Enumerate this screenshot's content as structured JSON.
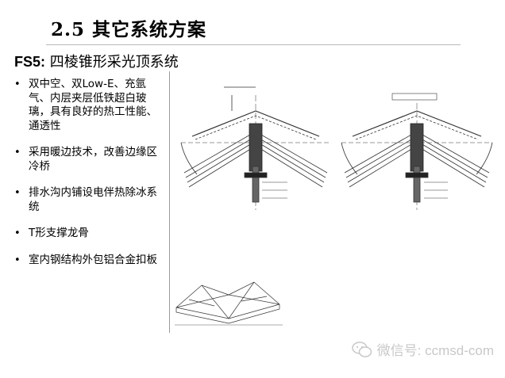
{
  "slide": {
    "title": "2.5 其它系统方案",
    "subtitle_code": "FS5:",
    "subtitle_text": " 四棱锥形采光顶系统"
  },
  "bullets": [
    "双中空、双Low-E、充氩气、内层夹层低铁超白玻璃，具有良好的热工性能、通透性",
    "采用暖边技术，改善边缘区冷桥",
    "排水沟内铺设电伴热除冰系统",
    "T形支撑龙骨",
    "室内钢结构外包铝合金扣板"
  ],
  "watermark": {
    "text": "微信号: ccmsd-com",
    "icon": "wechat-icon"
  },
  "colors": {
    "rule": "#b9b9b9",
    "watermark": "#c8c8c8"
  }
}
